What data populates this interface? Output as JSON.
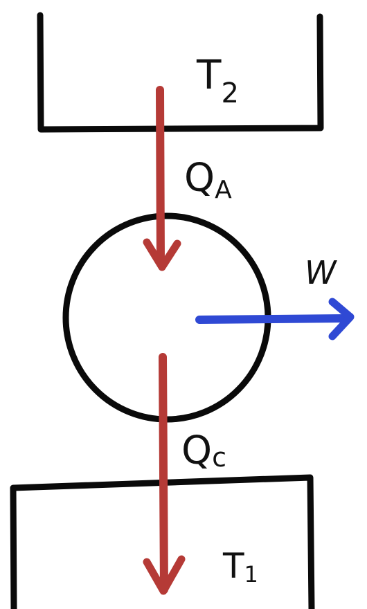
{
  "labels": {
    "hot_reservoir": "T",
    "hot_reservoir_sub": "2",
    "heat_in": "Q",
    "heat_in_sub": "A",
    "work": "W",
    "heat_out": "Q",
    "heat_out_sub": "c",
    "cold_reservoir": "T",
    "cold_reservoir_sub": "1"
  },
  "colors": {
    "stroke": "#0a0a0a",
    "heat_arrow": "#b53a36",
    "work_arrow": "#2f49d4"
  }
}
